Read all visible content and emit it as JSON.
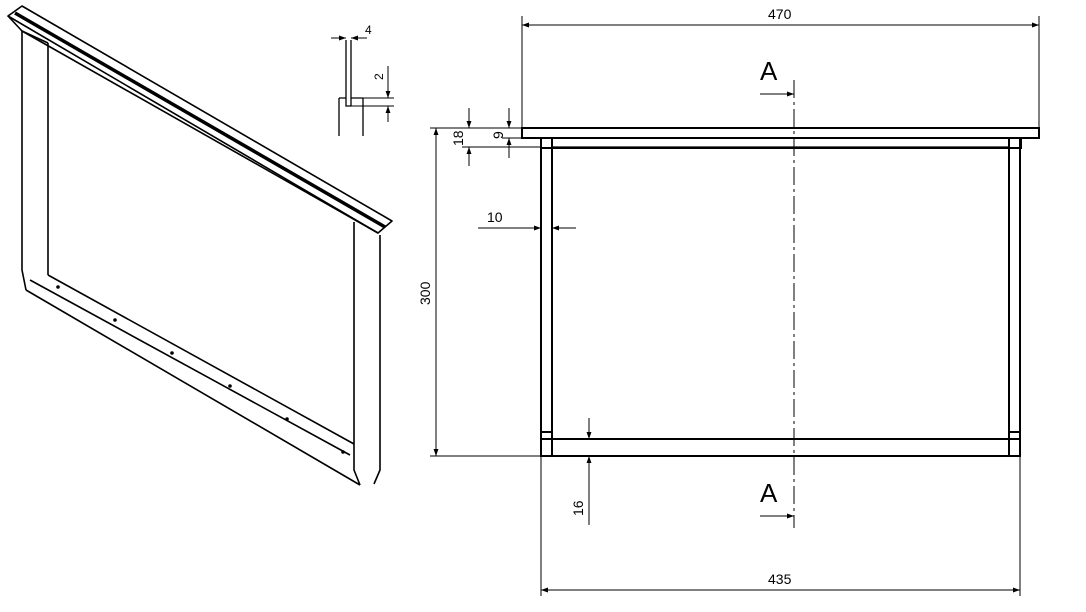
{
  "dimensions": {
    "overall_width": "470",
    "inner_width": "435",
    "height": "300",
    "top_bar_thickness": "18",
    "top_bar_lip": "9",
    "side_bar_width": "10",
    "bottom_bar_height": "16",
    "groove_width": "4",
    "groove_depth": "2"
  },
  "section": {
    "top_label": "A",
    "bottom_label": "A"
  }
}
